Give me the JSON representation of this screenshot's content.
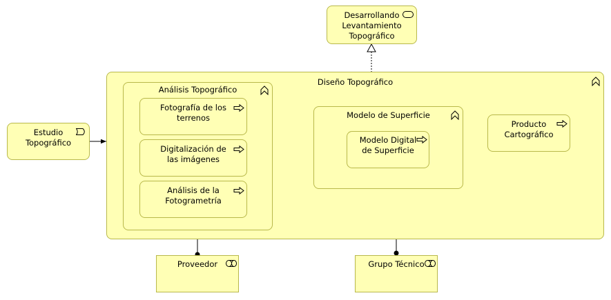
{
  "colors": {
    "fill": "#ffffb5",
    "stroke": "#b8b84a",
    "line": "#000000"
  },
  "nodes": {
    "desarrollando": {
      "label": "Desarrollando Levantamiento Topográfico",
      "icon": "service-icon"
    },
    "diseno": {
      "label": "Diseño Topográfico",
      "icon": "function-icon"
    },
    "analisis": {
      "label": "Análisis Topográfico",
      "icon": "function-icon"
    },
    "fotografia": {
      "label": "Fotografía de los terrenos",
      "icon": "process-icon"
    },
    "digitalizacion": {
      "label": "Digitalización de las imágenes",
      "icon": "process-icon"
    },
    "fotogrametria": {
      "label": "Análisis de la Fotogrametría",
      "icon": "process-icon"
    },
    "modelo_superficie": {
      "label": "Modelo de Superficie",
      "icon": "function-icon"
    },
    "modelo_digital": {
      "label": "Modelo Digital de Superficie",
      "icon": "process-icon"
    },
    "producto": {
      "label": "Producto Cartográfico",
      "icon": "process-icon"
    },
    "estudio": {
      "label": "Estudio Topográfico",
      "icon": "event-icon"
    },
    "proveedor": {
      "label": "Proveedor",
      "icon": "role-icon"
    },
    "grupo": {
      "label": "Grupo Técnico",
      "icon": "role-icon"
    }
  }
}
